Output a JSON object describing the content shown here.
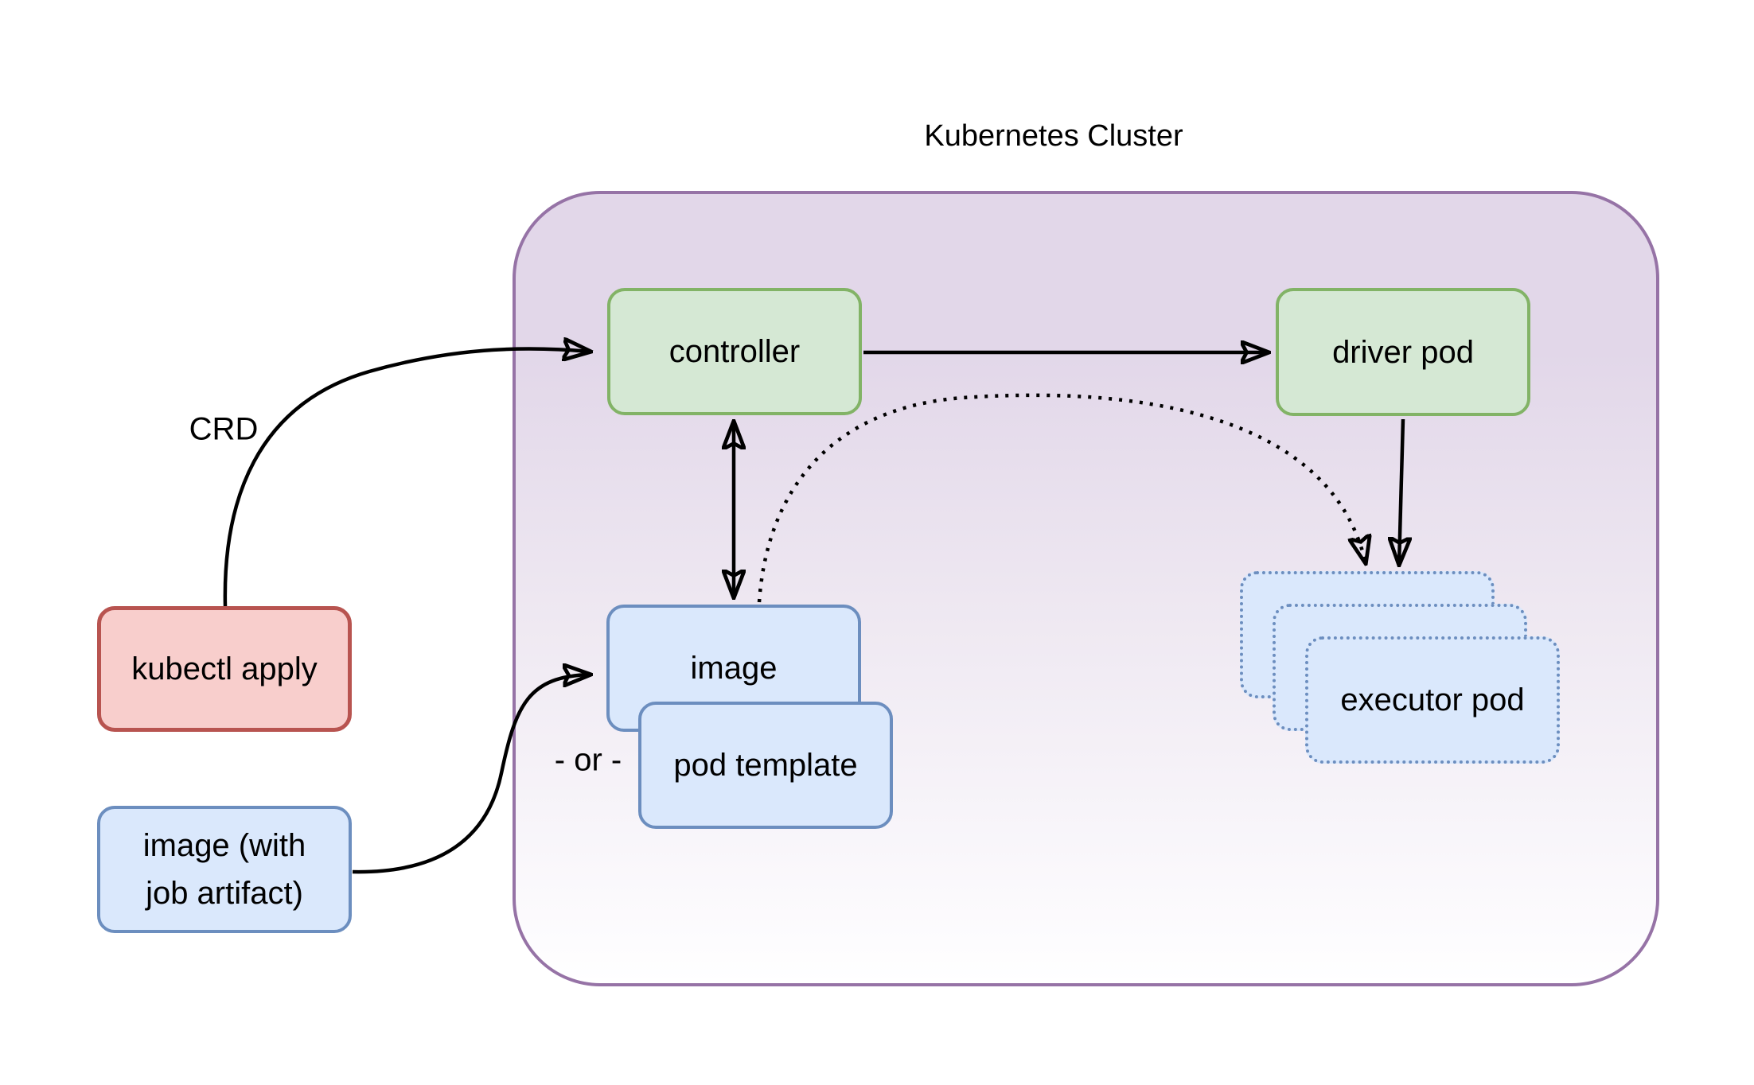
{
  "diagram": {
    "title": "Kubernetes Cluster",
    "labels": {
      "crd": "CRD",
      "or_divider": "- or -"
    },
    "nodes": {
      "kubectl_apply": "kubectl apply",
      "image_with_job_artifact": "image (with job artifact)",
      "controller": "controller",
      "driver_pod": "driver pod",
      "image": "image",
      "pod_template": "pod template",
      "executor_pod": "executor pod"
    },
    "colors": {
      "cluster_border": "#9673a6",
      "cluster_fill_top": "#e2d7e9",
      "cluster_fill_bottom": "#ffffff",
      "green_fill": "#d5e8d4",
      "green_border": "#82b366",
      "blue_fill": "#dae8fc",
      "blue_border": "#6c8ebf",
      "red_fill": "#f8cecc",
      "red_border": "#b85450",
      "edge_stroke": "#000000",
      "text": "#000000"
    }
  }
}
